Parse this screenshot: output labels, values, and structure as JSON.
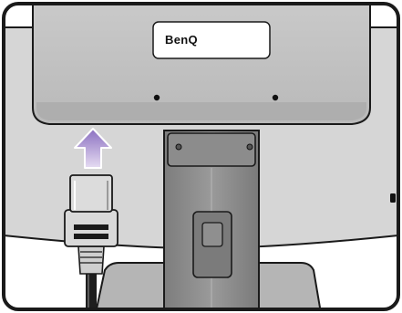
{
  "illustration": {
    "subject": "monitor-rear-power-cord-connection",
    "brand_logo_text": "BenQ",
    "arrow_direction": "up",
    "colors": {
      "frame_border": "#1a1a1a",
      "frame_bg": "#ffffff",
      "monitor_back": "#c3c3c3",
      "monitor_back_dark": "#a9a9a9",
      "stand_neck": "#8e8e8e",
      "stand_neck_dark": "#6f6f6f",
      "base": "#b5b5b5",
      "arrow_top": "#8a6fc0",
      "arrow_bottom": "#e6dcf2",
      "plug_body": "#d9d9d9",
      "cable": "#222222"
    }
  }
}
